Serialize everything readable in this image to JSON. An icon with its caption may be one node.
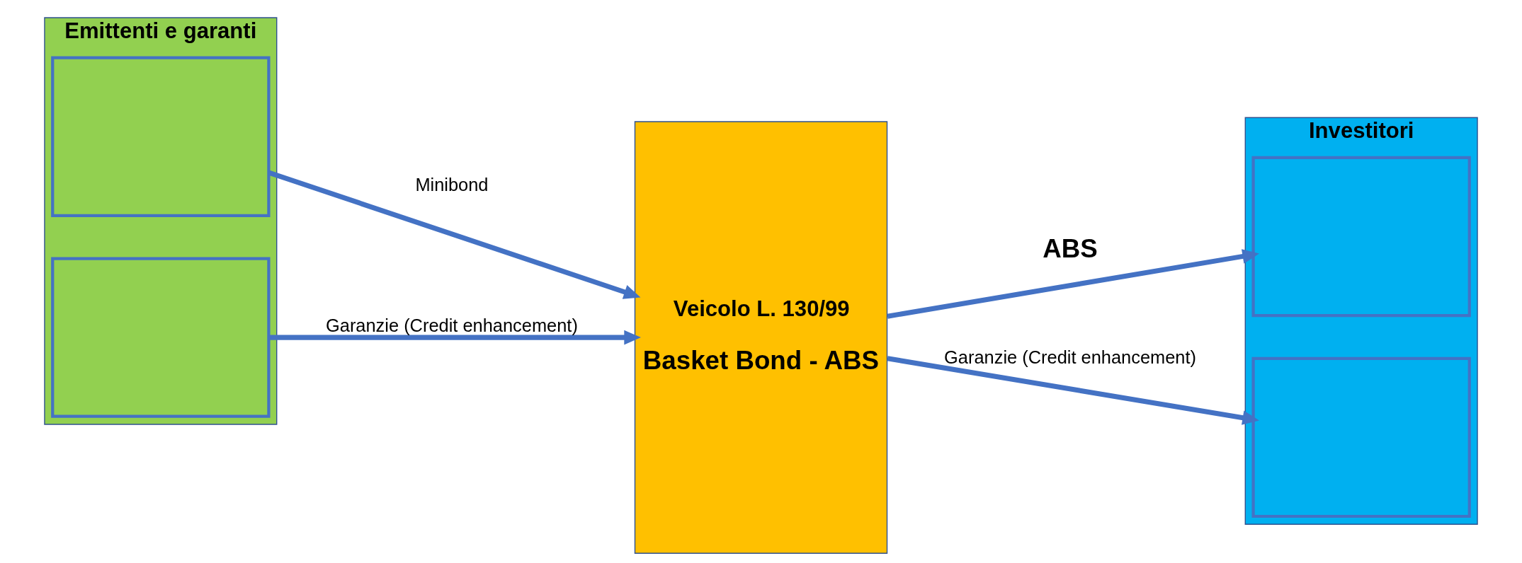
{
  "diagram": {
    "nodes": [
      {
        "text": [
          "Emittenti e garanti"
        ]
      },
      {
        "text": [],
        "shape": "box",
        "in": 0
      },
      {
        "text": [],
        "shape": "box",
        "in": 0
      },
      {
        "text": [
          "Veicolo L. 130/99",
          "Basket Bond - ABS"
        ]
      },
      {
        "text": [
          "Investitori"
        ]
      },
      {
        "text": [],
        "shape": "box",
        "in": 4
      },
      {
        "text": [],
        "shape": "box",
        "in": 4
      }
    ],
    "edges": [
      {
        "from": 1,
        "to": 3,
        "arrow": "to",
        "label": "Minibond"
      },
      {
        "from": 2,
        "to": 3,
        "arrow": "to",
        "label": "Garanzie (Credit enhancement)"
      },
      {
        "from": 3,
        "to": 5,
        "arrow": "to",
        "label": "ABS"
      },
      {
        "from": 3,
        "to": 6,
        "arrow": "to",
        "label": "Garanzie (Credit enhancement)"
      }
    ]
  }
}
